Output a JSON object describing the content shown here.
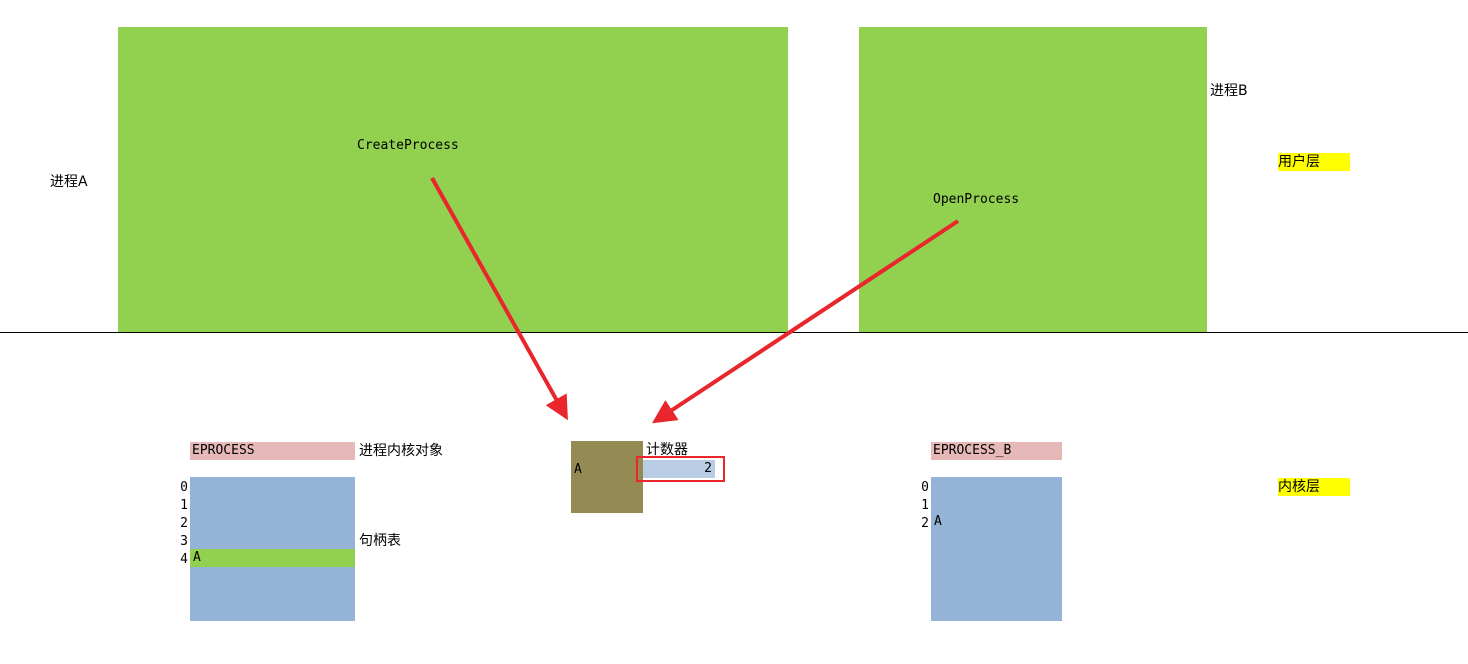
{
  "user_layer": {
    "process_a_label": "进程A",
    "process_b_label": "进程B",
    "create_process_label": "CreateProcess",
    "open_process_label": "OpenProcess",
    "layer_label": "用户层"
  },
  "kernel_layer": {
    "layer_label": "内核层",
    "process_a": {
      "eprocess_label": "EPROCESS",
      "kernel_object_label": "进程内核对象",
      "handle_table_label": "句柄表",
      "handle_rows": [
        {
          "index": "0",
          "value": ""
        },
        {
          "index": "1",
          "value": ""
        },
        {
          "index": "2",
          "value": ""
        },
        {
          "index": "3",
          "value": ""
        },
        {
          "index": "4",
          "value": "A"
        }
      ]
    },
    "kernel_object": {
      "name": "A",
      "counter_label": "计数器",
      "counter_value": "2"
    },
    "process_b": {
      "eprocess_label": "EPROCESS_B",
      "handle_rows": [
        {
          "index": "0",
          "value": ""
        },
        {
          "index": "1",
          "value": ""
        },
        {
          "index": "2",
          "value": "A"
        }
      ]
    }
  },
  "colors": {
    "process_block": "#92d050",
    "handle_table": "#95b3d7",
    "eprocess_header": "#e6b8b7",
    "kernel_object": "#948a54",
    "layer_tag": "#ffff00",
    "arrow": "#e8262b"
  }
}
